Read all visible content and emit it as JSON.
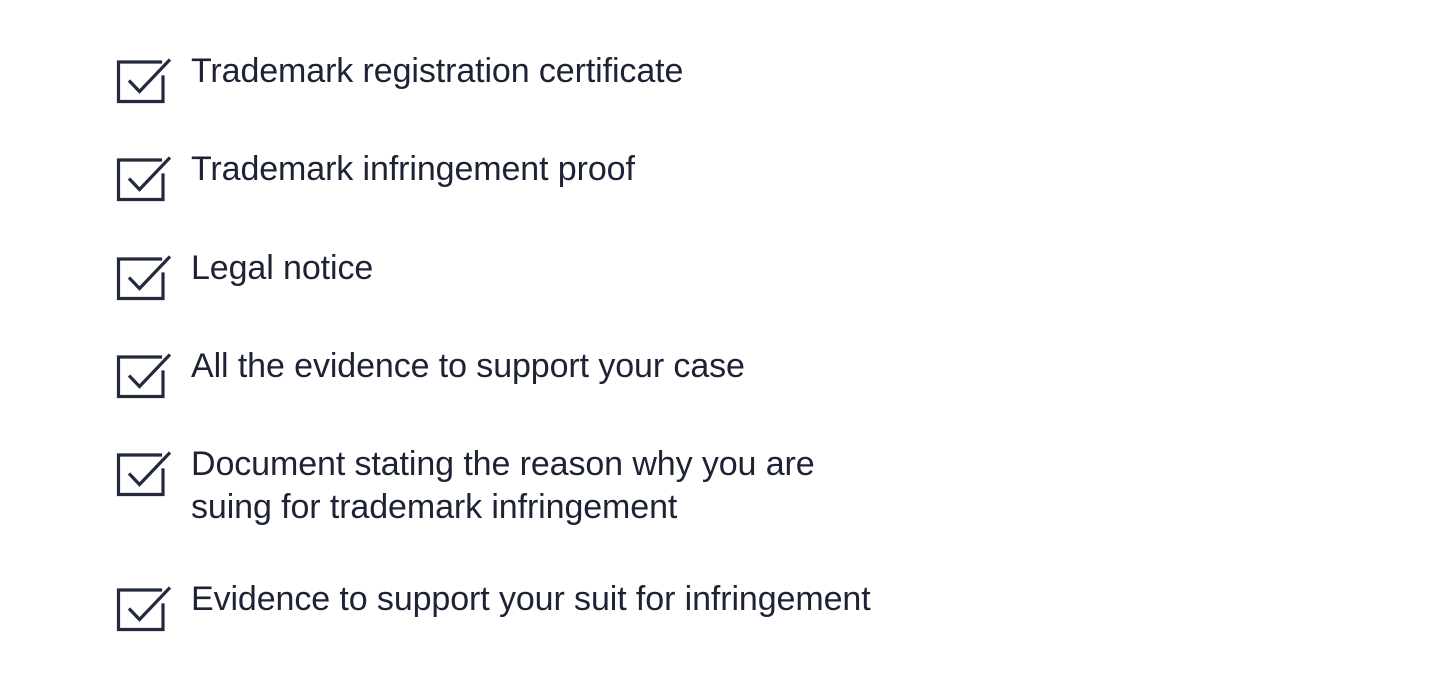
{
  "page": {
    "background_color": "#ffffff",
    "text_color": "#1e2235",
    "icon_color": "#242a3d",
    "type": "checklist"
  },
  "checklist": {
    "items": [
      {
        "icon": "checked-checkbox-icon",
        "label": "Trademark registration certificate",
        "checked": true
      },
      {
        "icon": "checked-checkbox-icon",
        "label": "Trademark infringement proof",
        "checked": true
      },
      {
        "icon": "checked-checkbox-icon",
        "label": "Legal notice",
        "checked": true
      },
      {
        "icon": "checked-checkbox-icon",
        "label": "All the evidence to support your case",
        "checked": true
      },
      {
        "icon": "checked-checkbox-icon",
        "label": "Document stating the reason why you are\nsuing for trademark infringement",
        "checked": true
      },
      {
        "icon": "checked-checkbox-icon",
        "label": "Evidence to support your suit for infringement",
        "checked": true
      }
    ]
  }
}
